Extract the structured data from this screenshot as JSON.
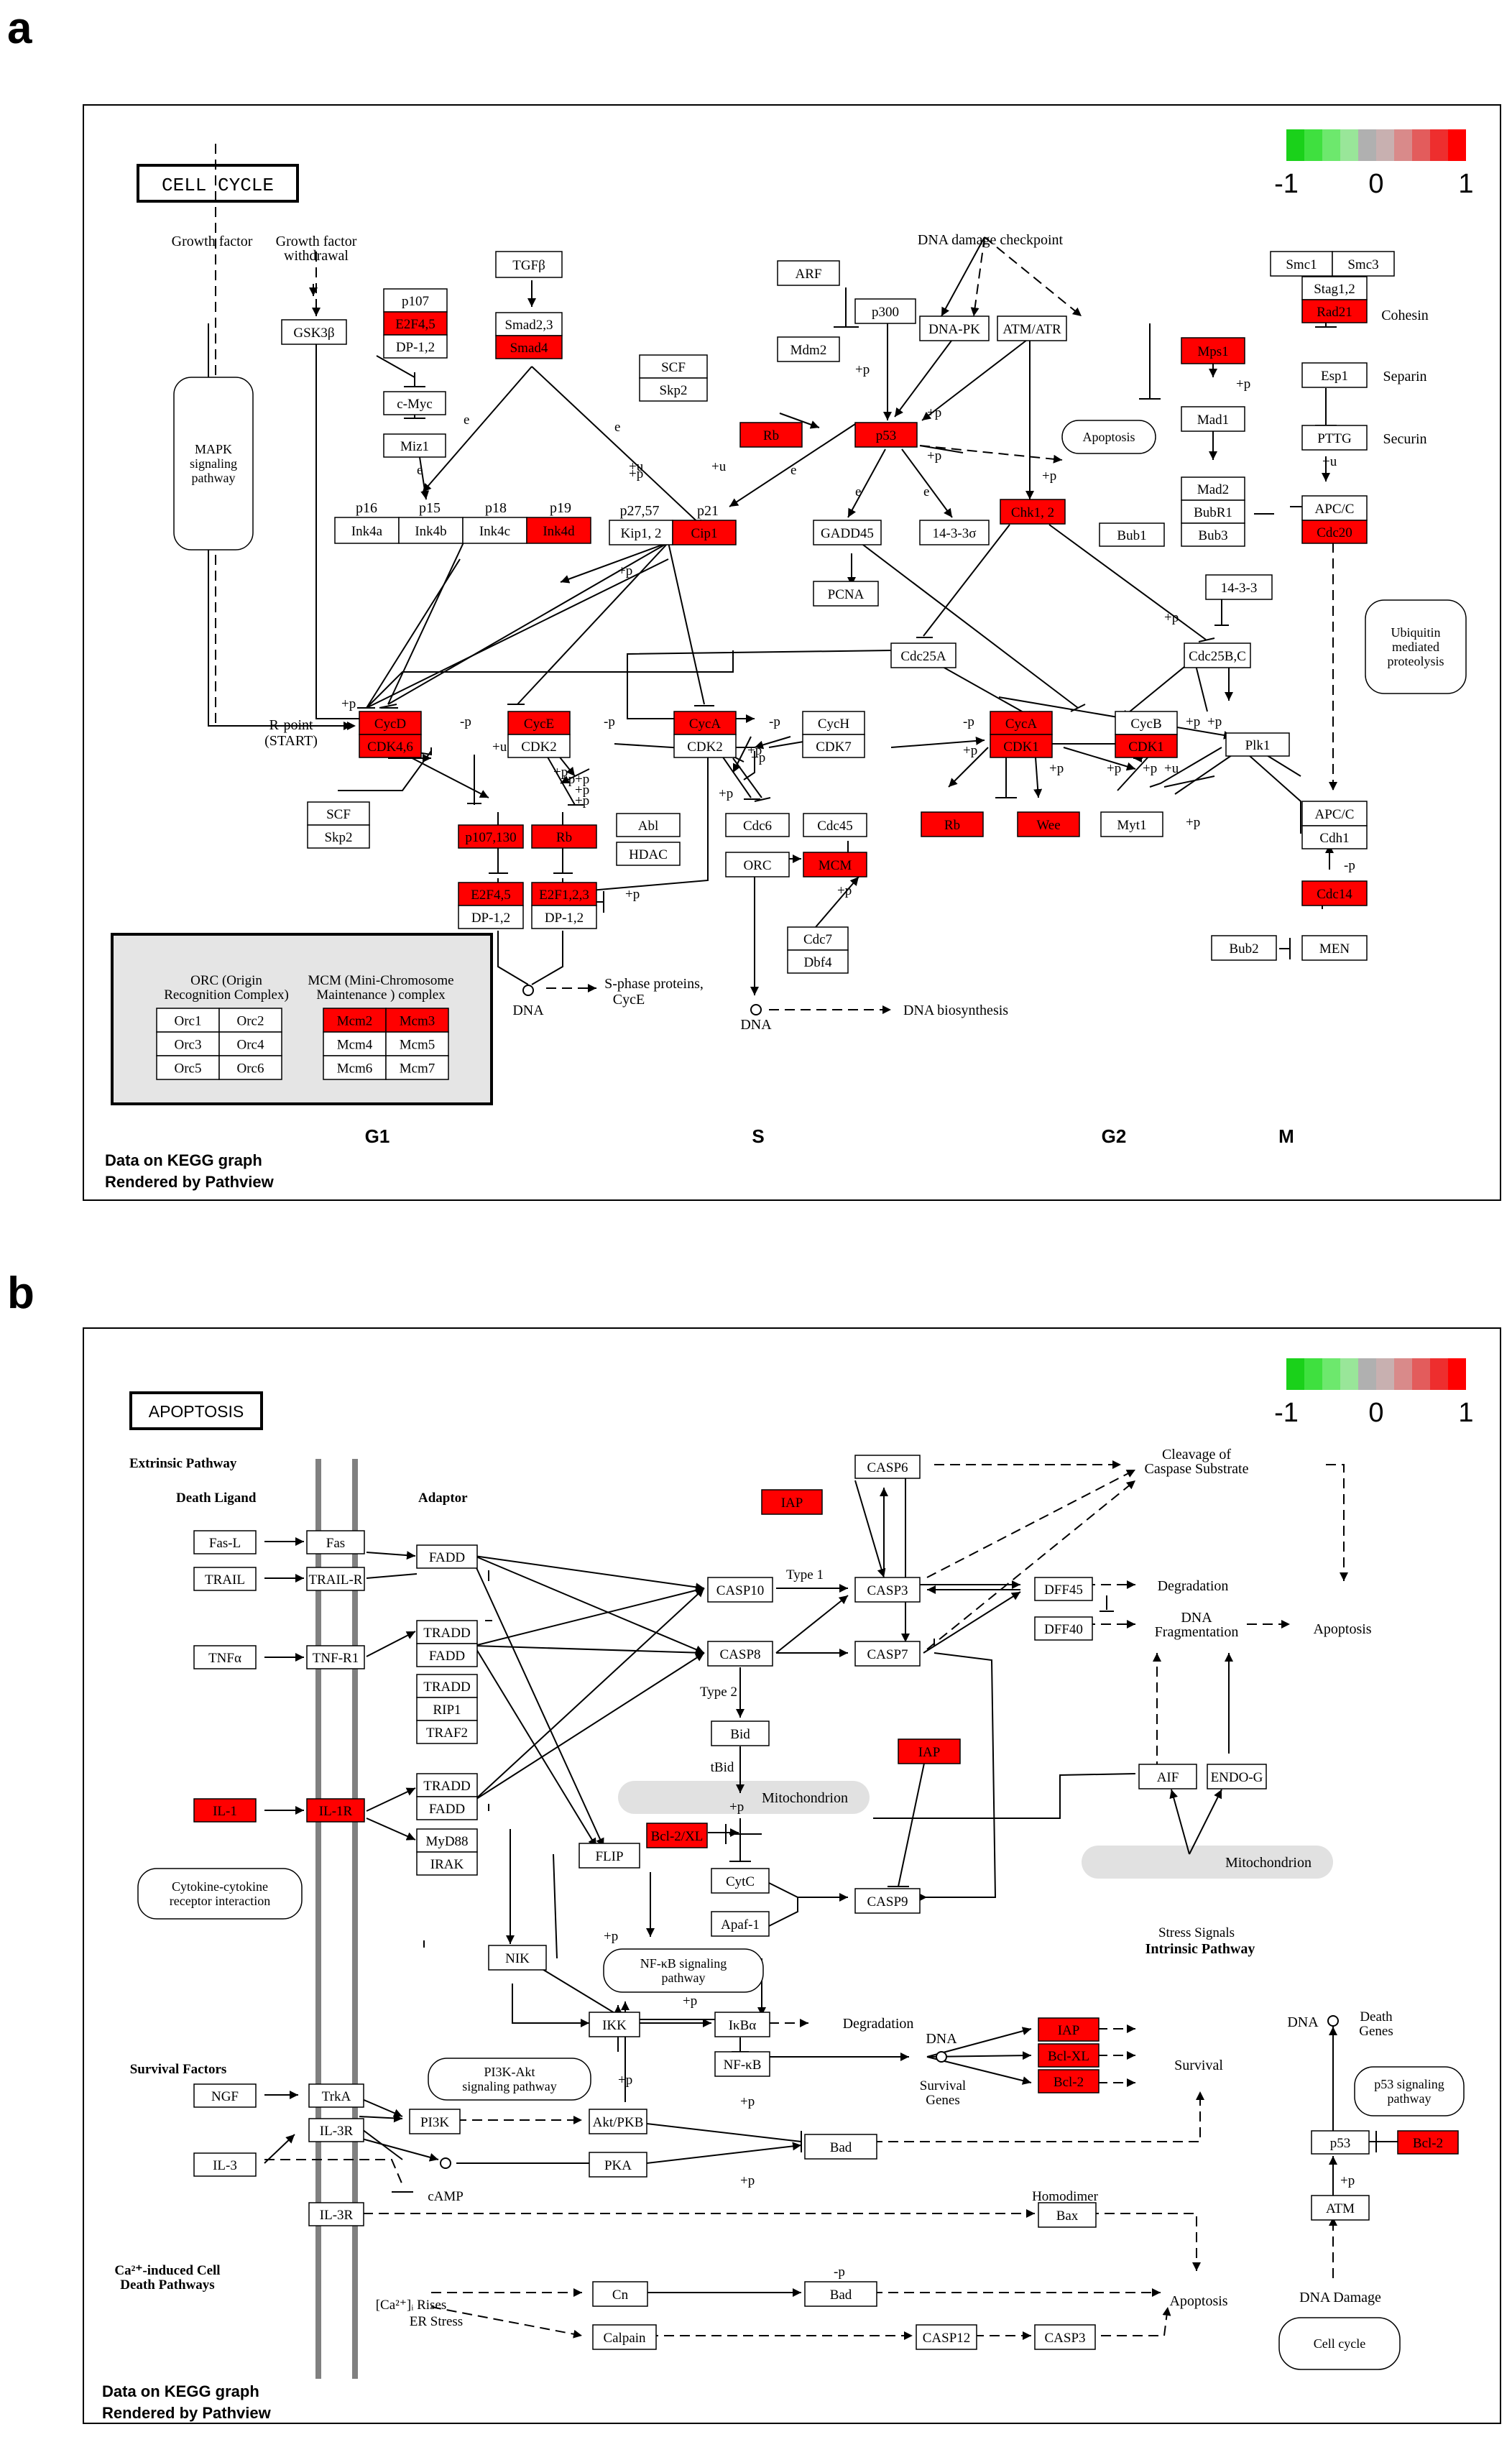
{
  "panels": {
    "a": "a",
    "b": "b"
  },
  "legend": {
    "ticks": [
      "-1",
      "0",
      "1"
    ],
    "colors": [
      "#1ad11a",
      "#3fe03f",
      "#6de86d",
      "#99e699",
      "#b0b0b0",
      "#c8b0b0",
      "#d98a8a",
      "#e35c5c",
      "#ee2e2e",
      "#ff0000"
    ]
  },
  "palette": {
    "red": "#ff0000",
    "panel_gray": "#e5e5e5",
    "compartment": "#dcdcdc"
  },
  "footer_a": [
    "Data on KEGG graph",
    "Rendered by Pathview"
  ],
  "footer_b": [
    "Data on KEGG graph",
    "Rendered by Pathview"
  ],
  "cell_cycle": {
    "title": "CELL CYCLE",
    "nodes": {
      "tgfb": "TGFβ",
      "smad23": "Smad2,3",
      "smad4": "Smad4",
      "p107": "p107",
      "e2f45": "E2F4,5",
      "dp12a": "DP-1,2",
      "cmyc": "c-Myc",
      "miz1": "Miz1",
      "gsk3b": "GSK3β",
      "ink4a": "Ink4a",
      "ink4b": "Ink4b",
      "ink4c": "Ink4c",
      "ink4d": "Ink4d",
      "kip12": "Kip1, 2",
      "cip1": "Cip1",
      "scf1": "SCF",
      "skp2a": "Skp2",
      "arf": "ARF",
      "mdm2": "Mdm2",
      "rb1": "Rb",
      "p300": "p300",
      "p53": "p53",
      "dnapk": "DNA-PK",
      "atmatr": "ATM/ATR",
      "chk12": "Chk1, 2",
      "gadd45": "GADD45",
      "s1433s": "14-3-3σ",
      "pcna": "PCNA",
      "cdc25a": "Cdc25A",
      "cdc25bc": "Cdc25B,C",
      "s1433": "14-3-3",
      "cycd": "CycD",
      "cdk46": "CDK4,6",
      "cyce": "CycE",
      "cdk2a": "CDK2",
      "cyca1": "CycA",
      "cdk2b": "CDK2",
      "cych": "CycH",
      "cdk7": "CDK7",
      "cyca2": "CycA",
      "cdk1a": "CDK1",
      "cycb": "CycB",
      "cdk1b": "CDK1",
      "plk1": "Plk1",
      "scf2": "SCF",
      "skp2b": "Skp2",
      "p107130": "p107,130",
      "rb2": "Rb",
      "abl": "Abl",
      "hdac": "HDAC",
      "e2f45b": "E2F4,5",
      "dp12b": "DP-1,2",
      "e2f123": "E2F1,2,3",
      "dp12c": "DP-1,2",
      "cdc6": "Cdc6",
      "cdc45": "Cdc45",
      "orc": "ORC",
      "mcm": "MCM",
      "cdc7": "Cdc7",
      "dbf4": "Dbf4",
      "rb3": "Rb",
      "wee": "Wee",
      "myt1": "Myt1",
      "smc1": "Smc1",
      "smc3": "Smc3",
      "stag12": "Stag1,2",
      "rad21": "Rad21",
      "esp1": "Esp1",
      "pttg": "PTTG",
      "mps1": "Mps1",
      "mad1": "Mad1",
      "mad2": "Mad2",
      "bubr1": "BubR1",
      "bub3": "Bub3",
      "bub1": "Bub1",
      "apcc1": "APC/C",
      "cdc20": "Cdc20",
      "apcc2": "APC/C",
      "cdh1": "Cdh1",
      "cdc14": "Cdc14",
      "bub2": "Bub2",
      "men": "MEN",
      "orc1": "Orc1",
      "orc2": "Orc2",
      "orc3": "Orc3",
      "orc4": "Orc4",
      "orc5": "Orc5",
      "orc6": "Orc6",
      "mcm2": "Mcm2",
      "mcm3": "Mcm3",
      "mcm4": "Mcm4",
      "mcm5": "Mcm5",
      "mcm6": "Mcm6",
      "mcm7": "Mcm7"
    },
    "labels": {
      "growth_factor": "Growth factor",
      "gf_withdrawal_1": "Growth factor",
      "gf_withdrawal_2": "withdrawal",
      "dna_damage": "DNA damage checkpoint",
      "p16": "p16",
      "p15": "p15",
      "p18": "p18",
      "p19": "p19",
      "p2757": "p27,57",
      "p21": "p21",
      "cohesin": "Cohesin",
      "separin": "Separin",
      "securin": "Securin",
      "rpoint_1": "R-point",
      "rpoint_2": "(START)",
      "sphase_1": "S-phase proteins,",
      "sphase_2": "CycE",
      "dna1": "DNA",
      "dna2": "DNA",
      "dna_bio": "DNA biosynthesis",
      "orc_head_1": "ORC (Origin",
      "orc_head_2": "Recognition Complex)",
      "mcm_head_1": "MCM (Mini-Chromosome",
      "mcm_head_2": "Maintenance ) complex",
      "g1": "G1",
      "s": "S",
      "g2": "G2",
      "m": "M"
    },
    "oval_nodes": {
      "mapk_1": "MAPK",
      "mapk_2": "signaling",
      "mapk_3": "pathway",
      "apoptosis": "Apoptosis",
      "ubq_1": "Ubiquitin",
      "ubq_2": "mediated",
      "ubq_3": "proteolysis"
    }
  },
  "apoptosis": {
    "title": "APOPTOSIS",
    "nodes": {
      "fasl": "Fas-L",
      "fas": "Fas",
      "trail": "TRAIL",
      "trailr": "TRAIL-R",
      "tnfa": "TNFα",
      "tnfr1": "TNF-R1",
      "il1": "IL-1",
      "il1r": "IL-1R",
      "fadd1": "FADD",
      "tradd1": "TRADD",
      "fadd2": "FADD",
      "tradd2": "TRADD",
      "rip1": "RIP1",
      "traf2": "TRAF2",
      "tradd3": "TRADD",
      "fadd3": "FADD",
      "myd88": "MyD88",
      "irak": "IRAK",
      "flip": "FLIP",
      "nik": "NIK",
      "casp10": "CASP10",
      "casp8": "CASP8",
      "casp3": "CASP3",
      "casp7": "CASP7",
      "casp6": "CASP6",
      "iap1": "IAP",
      "iap2": "IAP",
      "dff45": "DFF45",
      "dff40": "DFF40",
      "bid": "Bid",
      "bcl2xl1": "Bcl-2/XL",
      "cytc": "CytC",
      "apaf1": "Apaf-1",
      "casp9": "CASP9",
      "aif": "AIF",
      "endog": "ENDO-G",
      "ikk": "IKK",
      "ikba": "IκBα",
      "nfkb": "NF-κB",
      "iap3": "IAP",
      "bclxl": "Bcl-XL",
      "bcl2a": "Bcl-2",
      "ngf": "NGF",
      "trka": "TrkA",
      "il3": "IL-3",
      "il3r1": "IL-3R",
      "pi3k": "PI3K",
      "aktpkb": "Akt/PKB",
      "pka": "PKA",
      "bad1": "Bad",
      "il3r2": "IL-3R",
      "bax": "Bax",
      "cn": "Cn",
      "bad2": "Bad",
      "calpain": "Calpain",
      "casp12": "CASP12",
      "casp3b": "CASP3",
      "p53": "p53",
      "bcl2b": "Bcl-2",
      "atm": "ATM"
    },
    "labels": {
      "extrinsic": "Extrinsic Pathway",
      "death_ligand": "Death Ligand",
      "adaptor": "Adaptor",
      "type1": "Type 1",
      "type2": "Type 2",
      "tbid": "tBid",
      "mito1": "Mitochondrion",
      "mito2": "Mitochondrion",
      "cleav_1": "Cleavage of",
      "cleav_2": "Caspase Substrate",
      "degradation1": "Degradation",
      "dna_frag_1": "DNA",
      "dna_frag_2": "Fragmentation",
      "apoptosis1": "Apoptosis",
      "stress": "Stress Signals",
      "intrinsic": "Intrinsic Pathway",
      "degradation2": "Degradation",
      "dna_mid": "DNA",
      "surv_genes_1": "Survival",
      "surv_genes_2": "Genes",
      "survival": "Survival",
      "survival_factors": "Survival Factors",
      "camp": "cAMP",
      "homodimer": "Homodimer",
      "ca_induced_1": "Ca²⁺-induced Cell",
      "ca_induced_2": "Death Pathways",
      "ca_rises": "[Ca²⁺]ᵢ Rises",
      "er_stress": "ER Stress",
      "apoptosis2": "Apoptosis",
      "dna_right": "DNA",
      "death_genes_1": "Death",
      "death_genes_2": "Genes",
      "dna_damage": "DNA Damage"
    },
    "oval_nodes": {
      "cytokine_1": "Cytokine-cytokine",
      "cytokine_2": "receptor interaction",
      "nfkb_1": "NF-κB signaling",
      "nfkb_2": "pathway",
      "pi3k_1": "PI3K-Akt",
      "pi3k_2": "signaling pathway",
      "p53_1": "p53 signaling",
      "p53_2": "pathway",
      "cellcycle": "Cell cycle"
    }
  }
}
